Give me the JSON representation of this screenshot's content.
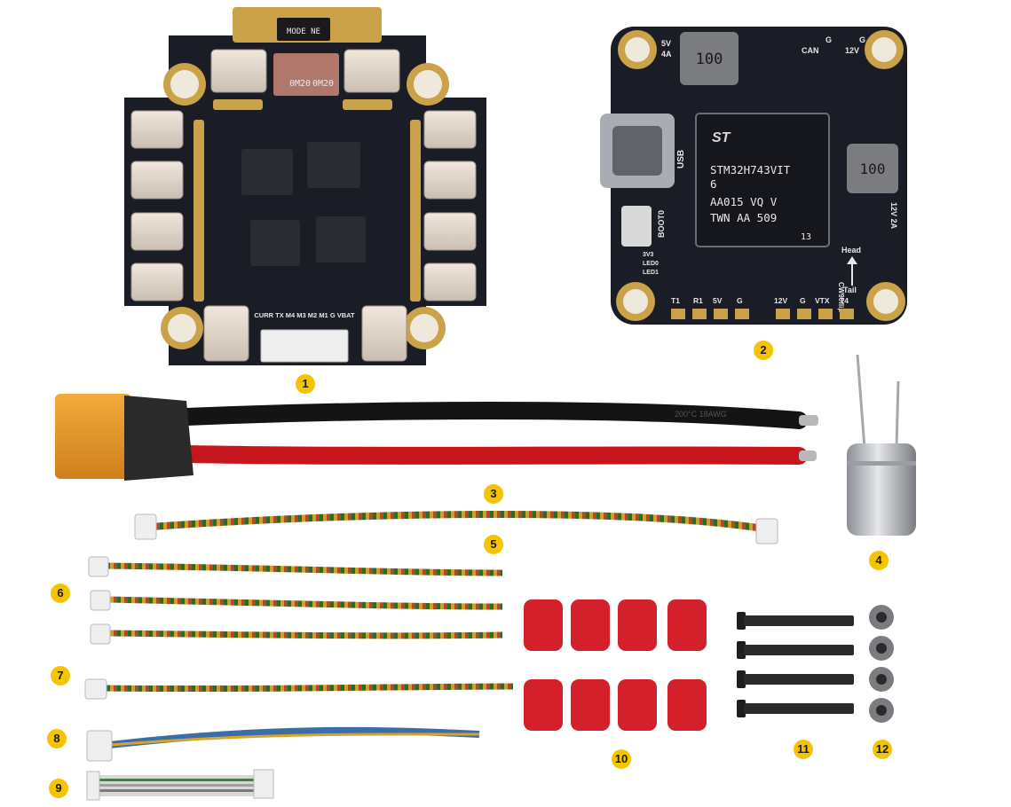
{
  "badges": [
    "1",
    "2",
    "3",
    "4",
    "5",
    "6",
    "7",
    "8",
    "9",
    "10",
    "11",
    "12"
  ],
  "esc_board": {
    "pad_labels": "CURR TX M4 M3 M2 M1 G VBAT",
    "mosfet_text": [
      "0M20",
      "0M20"
    ],
    "chip_text": "MODE NE"
  },
  "fc_board": {
    "mcu_logo": "ST",
    "mcu_lines": [
      "STM32H743VIT",
      "6",
      "AA015 VQ V",
      "TWN AA 509"
    ],
    "mcu_corner": "13",
    "inductor_top": "100",
    "inductor_right": "100",
    "top_labels": [
      "5V",
      "4A",
      "CAN",
      "G",
      "12V",
      "G"
    ],
    "usb_label": "USB",
    "boot_label": "BOOT0",
    "led_labels": [
      "3V3",
      "LED0",
      "LED1"
    ],
    "orientation": [
      "Head",
      "CW90flip",
      "Tail"
    ],
    "right_label": "12V 2A",
    "bottom_labels": [
      "T1",
      "R1",
      "5V",
      "G",
      "12V",
      "G",
      "VTX",
      "T4"
    ]
  },
  "cable_print": "200°C  18AWG",
  "colors": {
    "badge": "#f5c400",
    "pcb": "#1b1d26",
    "gold": "#c9a24a",
    "xt60": "#e89a2c",
    "red_wire": "#c4161c",
    "black_wire": "#141414",
    "grommet": "#d4202a"
  }
}
